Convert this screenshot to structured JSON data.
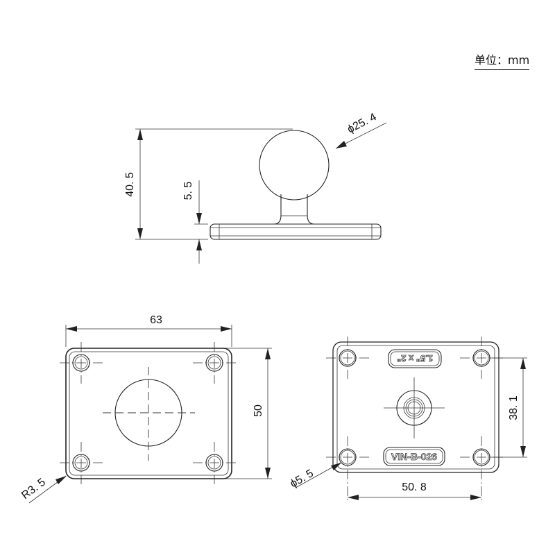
{
  "unit_label": "单位：mm",
  "side_view": {
    "height_total": "40. 5",
    "plate_thickness": "5. 5",
    "ball_diameter": "ϕ25. 4"
  },
  "top_view": {
    "width": "63",
    "height": "50",
    "corner_radius": "R3. 5"
  },
  "bottom_view": {
    "hole_spacing_x": "50. 8",
    "hole_spacing_y": "38. 1",
    "hole_diameter": "ϕ5. 5",
    "label_top": "1.5\" x 2\"",
    "label_bottom": "VIN-B-026"
  }
}
